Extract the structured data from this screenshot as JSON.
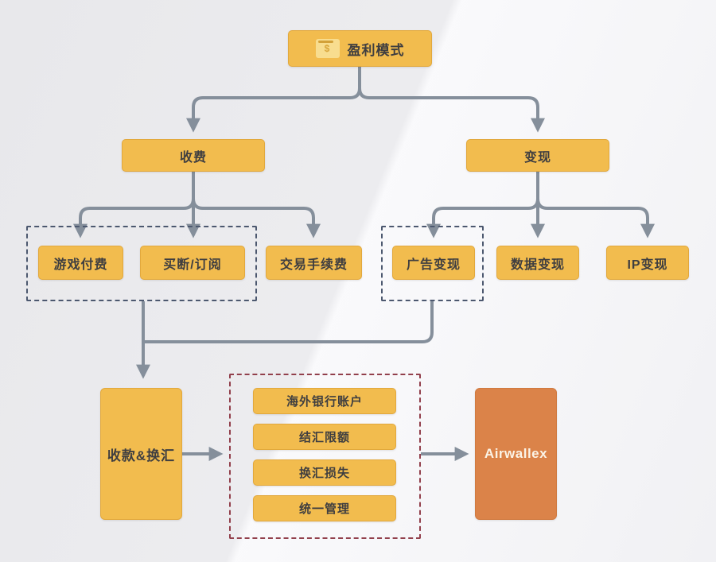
{
  "diagram": {
    "root": {
      "label": "盈利模式",
      "icon": "dollar-icon",
      "icon_symbol": "$"
    },
    "branches": {
      "charging": {
        "label": "收费"
      },
      "monetization": {
        "label": "变现"
      }
    },
    "leaves": {
      "game_payment": {
        "label": "游戏付费"
      },
      "buyout_subscription": {
        "label": "买断/订阅"
      },
      "transaction_fee": {
        "label": "交易手续费"
      },
      "ad_monetization": {
        "label": "广告变现"
      },
      "data_monetization": {
        "label": "数据变现"
      },
      "ip_monetization": {
        "label": "IP变现"
      }
    },
    "collection": {
      "label": "收款&换汇"
    },
    "painpoints": {
      "items": [
        {
          "label": "海外银行账户"
        },
        {
          "label": "结汇限额"
        },
        {
          "label": "换汇损失"
        },
        {
          "label": "统一管理"
        }
      ]
    },
    "airwallex": {
      "label": "Airwallex"
    }
  },
  "colors": {
    "node_fill": "#F2BC4E",
    "node_border": "#E2A83C",
    "node_text": "#3F3E40",
    "arrow": "#858F9B",
    "dashed_group_gray_blue": "#4C586F",
    "dashed_group_red": "#92404C",
    "airwallex_fill": "#DB8349",
    "airwallex_text": "#FBF3E6",
    "background": "#EFEFF1"
  }
}
